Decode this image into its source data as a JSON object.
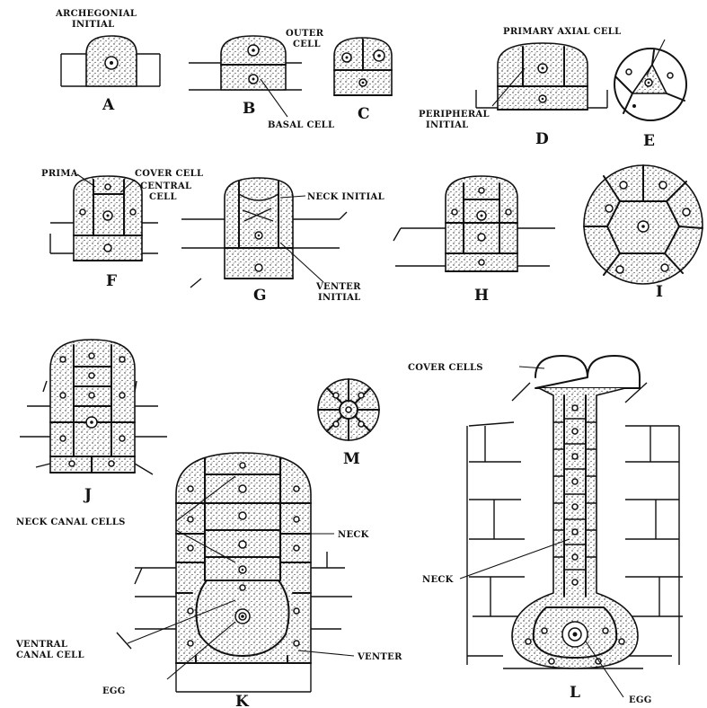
{
  "figure": {
    "labels": {
      "archegonial_initial_1": "ARCHEGONIAL",
      "archegonial_initial_2": "INITIAL",
      "outer_cell_1": "OUTER",
      "outer_cell_2": "CELL",
      "basal_cell": "BASAL CELL",
      "primary_axial_cell": "PRIMARY AXIAL CELL",
      "peripheral_initial_1": "PERIPHERAL",
      "peripheral_initial_2": "INITIAL",
      "prima": "PRIMA",
      "cover_cell": "COVER CELL",
      "central_cell_1": "CENTRAL",
      "central_cell_2": "CELL",
      "neck_initial": "NECK INITIAL",
      "venter_initial_1": "VENTER",
      "venter_initial_2": "INITIAL",
      "cover_cells": "COVER CELLS",
      "neck_canal_cells": "NECK CANAL CELLS",
      "neck_k": "NECK",
      "neck_l": "NECK",
      "ventral_canal_cell_1": "VENTRAL",
      "ventral_canal_cell_2": "CANAL CELL",
      "venter": "VENTER",
      "egg_k": "EGG",
      "egg_l": "EGG"
    },
    "panel_letters": {
      "a": "A",
      "b": "B",
      "c": "C",
      "d": "D",
      "e": "E",
      "f": "F",
      "g": "G",
      "h": "H",
      "i": "I",
      "j": "J",
      "k": "K",
      "l": "L",
      "m": "M"
    }
  }
}
